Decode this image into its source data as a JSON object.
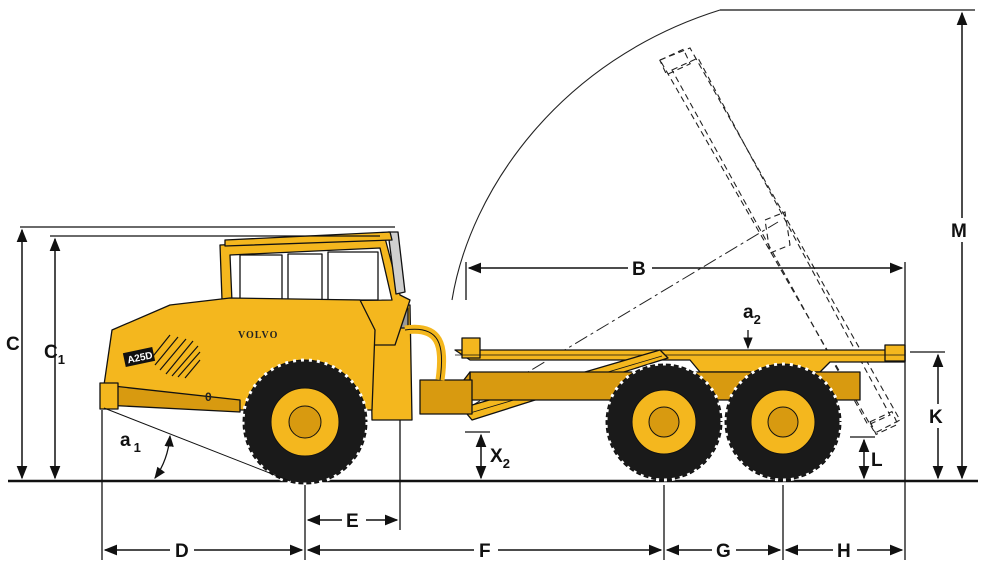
{
  "machine": {
    "model_badge": "A25D",
    "brand_logo": "VOLVO",
    "panel_mark": "0"
  },
  "colors": {
    "body_yellow": "#F4B71E",
    "shadow_yellow": "#D89A10",
    "tire_black": "#1a1a1a",
    "line": "#111111",
    "background": "#ffffff"
  },
  "dimensions": [
    {
      "key": "A_sub",
      "letter": "a",
      "sub": "1"
    },
    {
      "key": "A2",
      "letter": "a",
      "sub": "2"
    },
    {
      "key": "B",
      "letter": "B",
      "sub": ""
    },
    {
      "key": "C",
      "letter": "C",
      "sub": ""
    },
    {
      "key": "C1",
      "letter": "C",
      "sub": "1"
    },
    {
      "key": "D",
      "letter": "D",
      "sub": ""
    },
    {
      "key": "E",
      "letter": "E",
      "sub": ""
    },
    {
      "key": "F",
      "letter": "F",
      "sub": ""
    },
    {
      "key": "G",
      "letter": "G",
      "sub": ""
    },
    {
      "key": "H",
      "letter": "H",
      "sub": ""
    },
    {
      "key": "K",
      "letter": "K",
      "sub": ""
    },
    {
      "key": "L",
      "letter": "L",
      "sub": ""
    },
    {
      "key": "M",
      "letter": "M",
      "sub": ""
    },
    {
      "key": "X2",
      "letter": "X",
      "sub": "2"
    }
  ]
}
